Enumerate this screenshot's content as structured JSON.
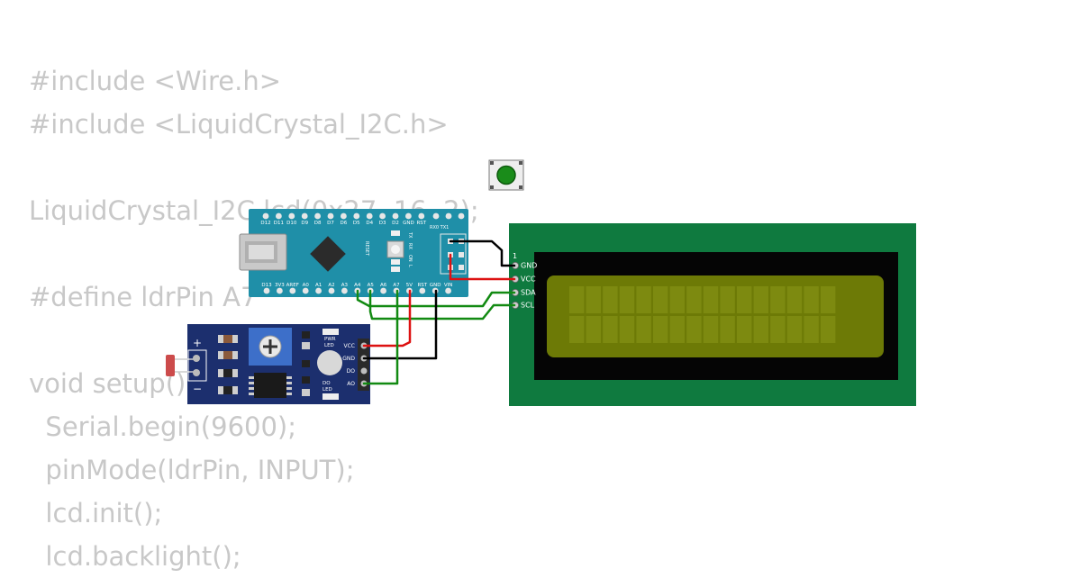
{
  "code_lines": [
    "#include <Wire.h>",
    "#include <LiquidCrystal_I2C.h>",
    "",
    "LiquidCrystal_I2C lcd(0x27, 16, 2);",
    "",
    "#define ldrPin A7",
    "",
    "void setup() {",
    "  Serial.begin(9600);",
    "  pinMode(ldrPin, INPUT);",
    "  lcd.init();",
    "  lcd.backlight();"
  ],
  "nano": {
    "top_pins": [
      "D12",
      "D11",
      "D10",
      "D9",
      "D8",
      "D7",
      "D6",
      "D5",
      "D4",
      "D3",
      "D2",
      "GND",
      "RST"
    ],
    "bottom_pins": [
      "D13",
      "3V3",
      "AREF",
      "A0",
      "A1",
      "A2",
      "A3",
      "A4",
      "A5",
      "A6",
      "A7",
      "5V",
      "RST",
      "GND",
      "VIN"
    ],
    "label_rx_tx": "RX0 TX1",
    "label_reset": "RESET",
    "label_tx": "TX",
    "label_rx": "RX",
    "label_on": "ON",
    "label_l": "L"
  },
  "ldr_module": {
    "pins": [
      "VCC",
      "GND",
      "DO",
      "AO"
    ],
    "label_pwr_led": [
      "PWR",
      "LED"
    ],
    "label_do_led": [
      "DO",
      "LED"
    ],
    "label_plus": "+",
    "label_minus": "−"
  },
  "lcd": {
    "pins": [
      "GND",
      "VCC",
      "SDA",
      "SCL"
    ],
    "pin_one": "1",
    "columns": 16,
    "rows": 2
  },
  "colors": {
    "nano_board": "#1f8fa8",
    "ldr_board": "#1c2f6e",
    "lcd_board": "#0f7a3f",
    "lcd_screen": "#6d7a06",
    "wire_gnd": "#000000",
    "wire_vcc": "#dd1111",
    "wire_signal": "#128a12",
    "button_cap": "#1a8c1a"
  }
}
